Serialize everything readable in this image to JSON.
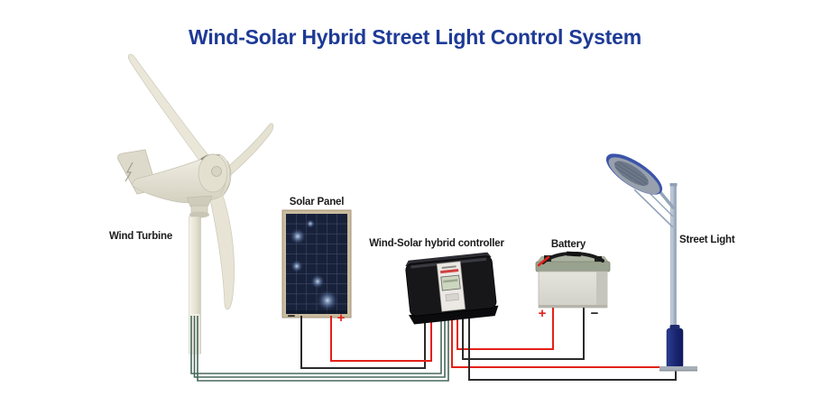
{
  "title": {
    "text": "Wind-Solar Hybrid Street Light Control System",
    "color": "#1e3a96"
  },
  "components": {
    "wind_turbine": {
      "label": "Wind Turbine"
    },
    "solar_panel": {
      "label": "Solar Panel",
      "negative_mark": "−",
      "positive_mark": "+"
    },
    "controller": {
      "label": "Wind-Solar hybrid controller"
    },
    "battery": {
      "label": "Battery",
      "positive_mark": "+",
      "negative_mark": "−"
    },
    "street_light": {
      "label": "Street Light"
    }
  },
  "wires": {
    "positive_color": "#e32119",
    "negative_color": "#2b2b2b",
    "turbine_output_color": "#47685c"
  }
}
